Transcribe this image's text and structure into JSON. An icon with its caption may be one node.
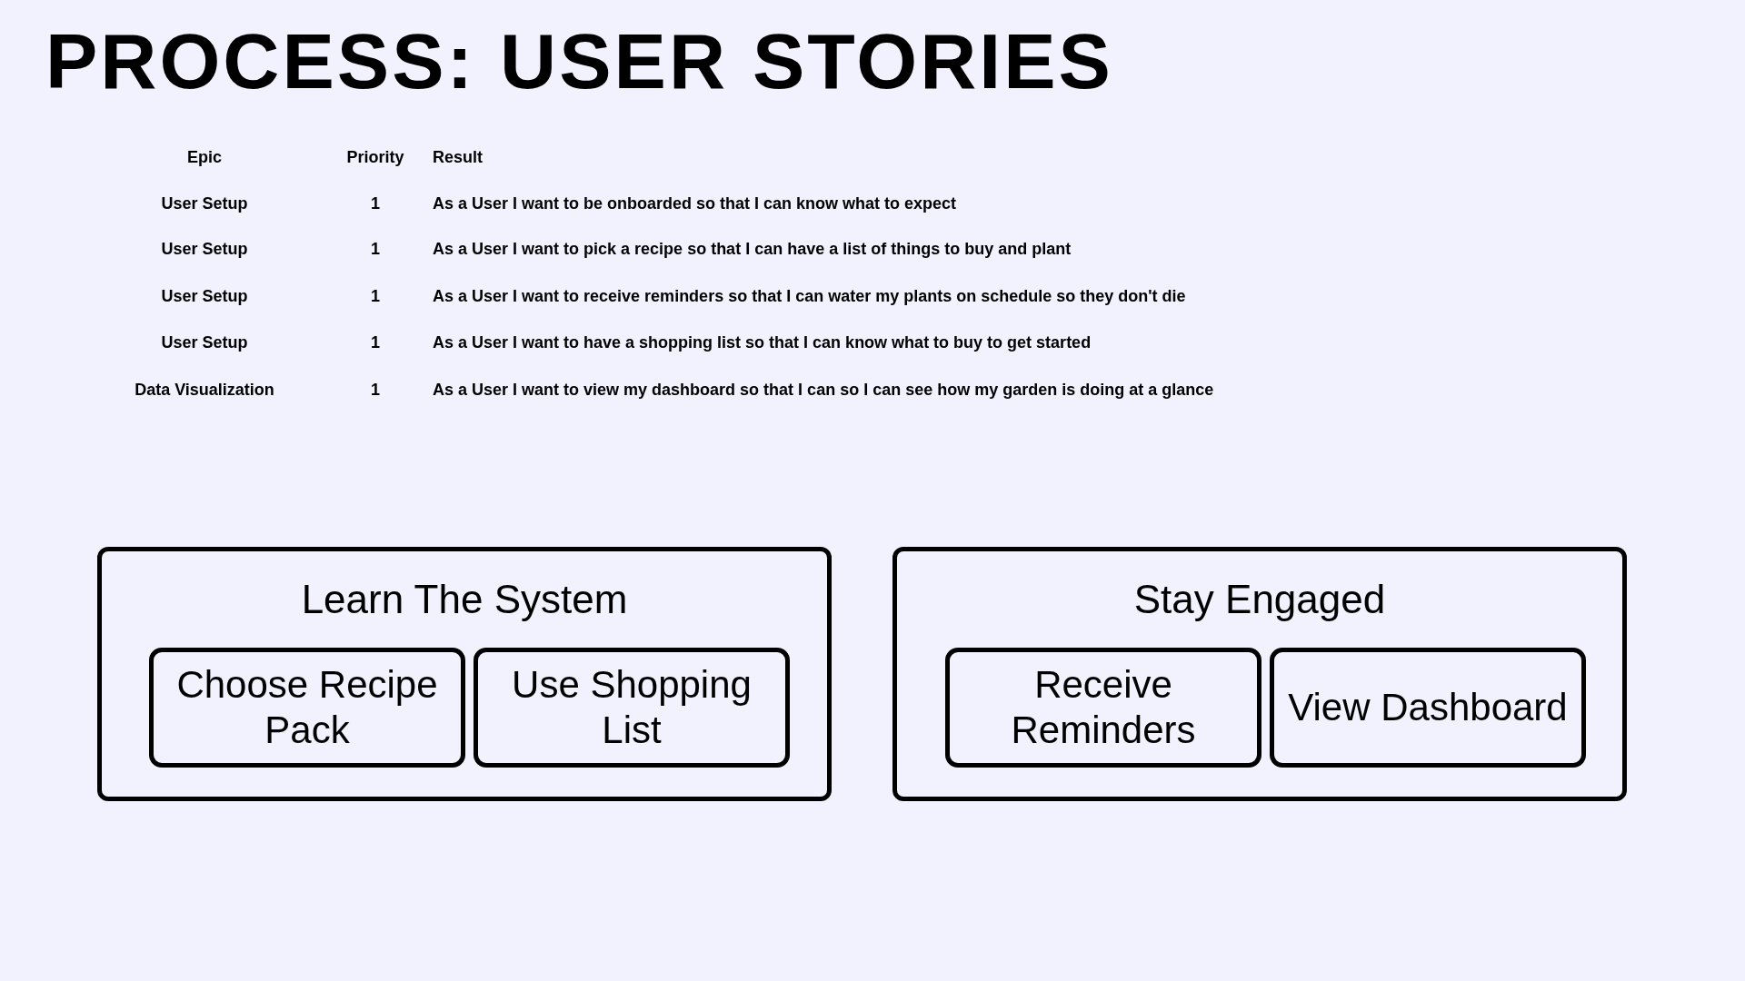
{
  "diagram": {
    "title": "PROCESS: USER STORIES",
    "nodes": [
      {
        "text": [
          "Learn The System"
        ]
      },
      {
        "text": [
          "Choose Recipe Pack"
        ],
        "in": 0
      },
      {
        "text": [
          "Use Shopping List"
        ],
        "in": 0
      },
      {
        "text": [
          "Stay Engaged"
        ]
      },
      {
        "text": [
          "Receive Reminders"
        ],
        "in": 3
      },
      {
        "text": [
          "View Dashboard"
        ],
        "in": 3
      }
    ],
    "labels": [
      "Epic",
      "Priority",
      "Result",
      "User Setup",
      "1",
      "As a User I want to be **onboarded** so that I can know what to expect",
      "User Setup",
      "1",
      "As a User I want to **pick a recipe** so that I can have a list of things to buy and plant",
      "User Setup",
      "1",
      "As a User I want to **receive reminders** so that I can water my plants on schedule so they don't die",
      "User Setup",
      "1",
      "As a User I want to have a **shopping list** so that I can know what to buy to get started",
      "Data Visualization",
      "1",
      "As a User I want to view my **dashboard** so that I can so I can see how my garden is doing at a glance"
    ]
  }
}
